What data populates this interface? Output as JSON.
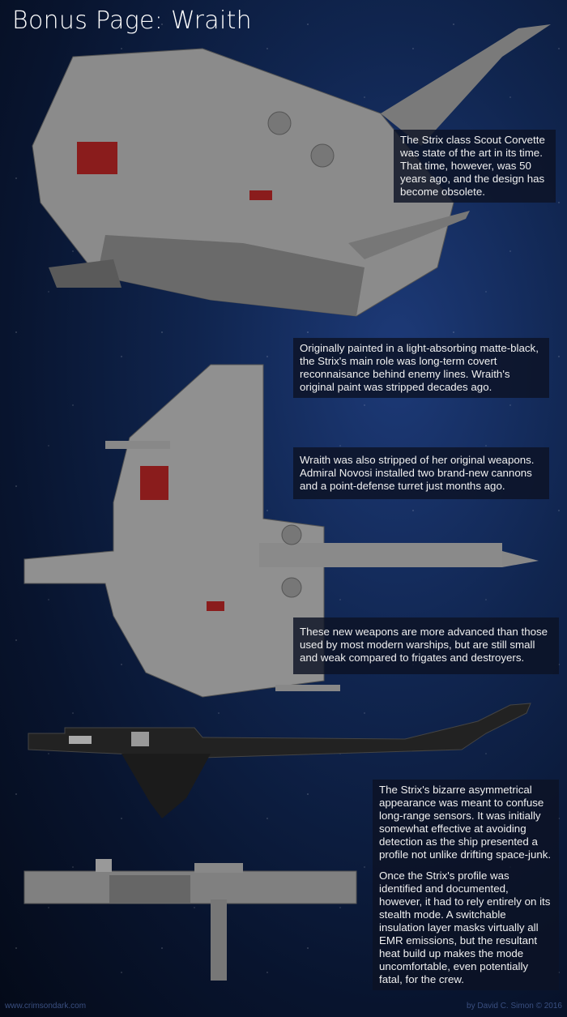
{
  "title": "Bonus Page: Wraith",
  "captions": [
    {
      "paragraphs": [
        "The Strix class Scout Corvette was state of the art in its time. That time, however, was 50 years ago, and the design has become obsolete."
      ]
    },
    {
      "paragraphs": [
        "Originally painted in a light-absorbing matte-black, the Strix's main role was long-term covert reconnaisance behind enemy lines. Wraith's original paint was stripped decades ago."
      ]
    },
    {
      "paragraphs": [
        "Wraith was also stripped of her original weapons. Admiral Novosi installed two brand-new cannons and a point-defense turret just months ago."
      ]
    },
    {
      "paragraphs": [
        "These new weapons are more advanced than those used by most modern warships, but are still small and weak compared to frigates and destroyers."
      ]
    },
    {
      "paragraphs": [
        "The Strix's bizarre asymmetrical appearance was meant to confuse long-range sensors. It was initially somewhat effective at avoiding detection as the ship presented a profile not unlike drifting space-junk.",
        "Once the Strix's profile was identified and documented, however, it had to rely entirely on its stealth mode. A switchable insulation layer masks virtually all EMR emissions, but the resultant heat build up makes the mode uncomfortable, even potentially fatal, for the crew."
      ]
    }
  ],
  "footer": {
    "website": "www.crimsondark.com",
    "credit": "by David C. Simon © 2016"
  },
  "colors": {
    "hull": "#8a8a8a",
    "hull_dark": "#2a2a2a",
    "accent_red": "#8a1c1c"
  }
}
